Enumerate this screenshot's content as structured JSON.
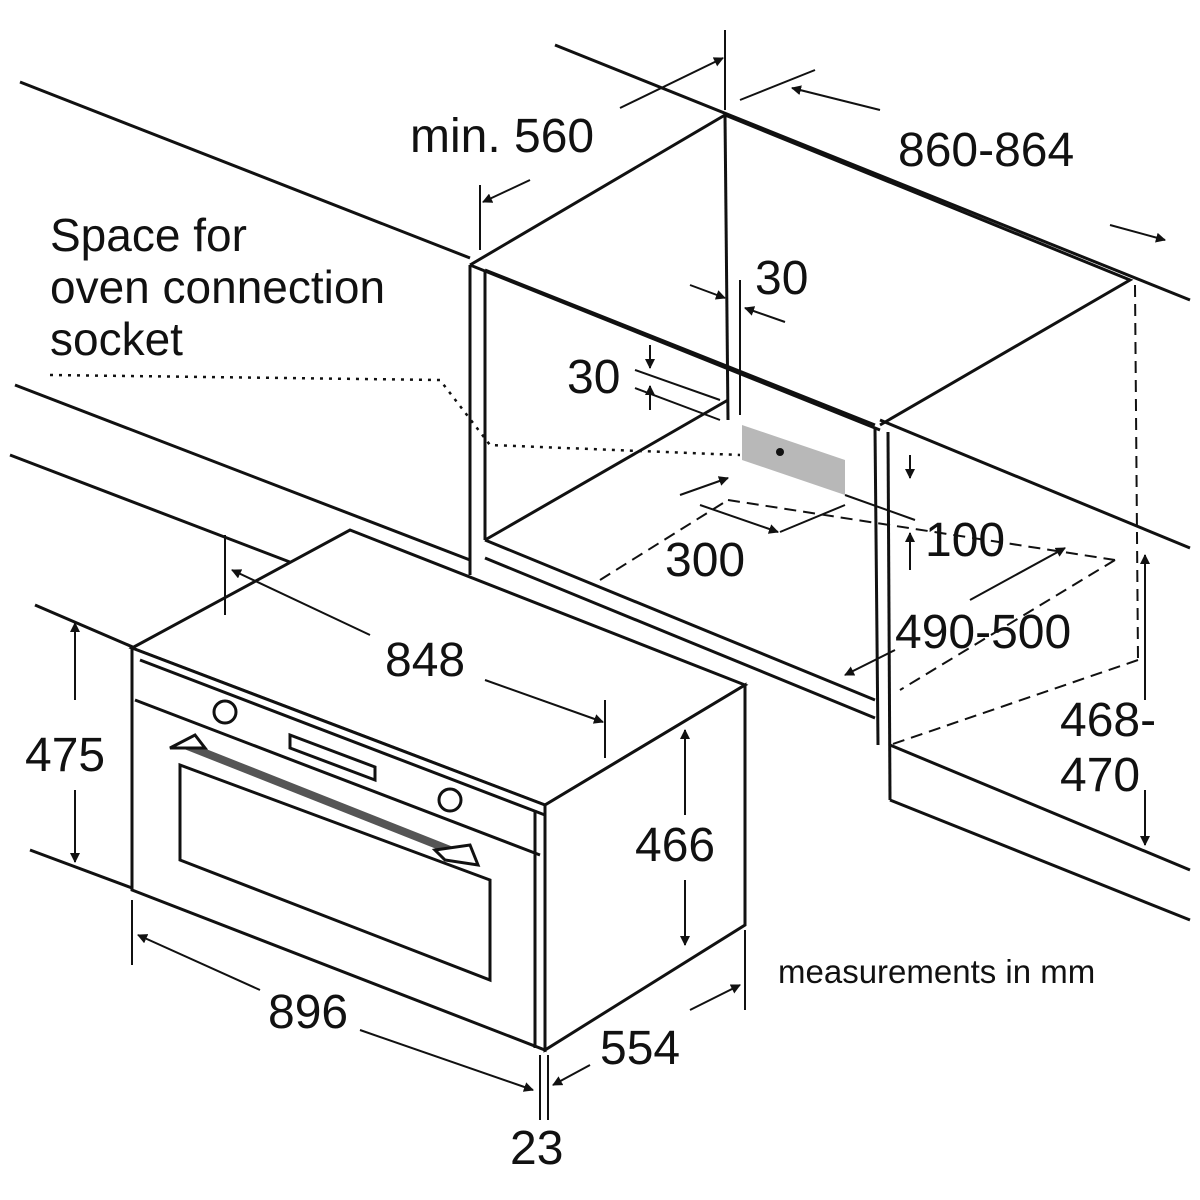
{
  "labels": {
    "min_depth": "min. 560",
    "width_range": "860-864",
    "socket_line1": "Space for",
    "socket_line2": "oven connection",
    "socket_line3": "socket",
    "offset_30_a": "30",
    "offset_30_b": "30",
    "dim_100": "100",
    "dim_300": "300",
    "dim_490_500": "490-500",
    "dim_848": "848",
    "dim_475": "475",
    "dim_468_top": "468-",
    "dim_468_bottom": "470",
    "dim_466": "466",
    "units_note": "measurements in mm",
    "dim_896": "896",
    "dim_554": "554",
    "dim_23": "23"
  },
  "colors": {
    "line": "#111111",
    "socket_fill": "#b8b8b8"
  }
}
